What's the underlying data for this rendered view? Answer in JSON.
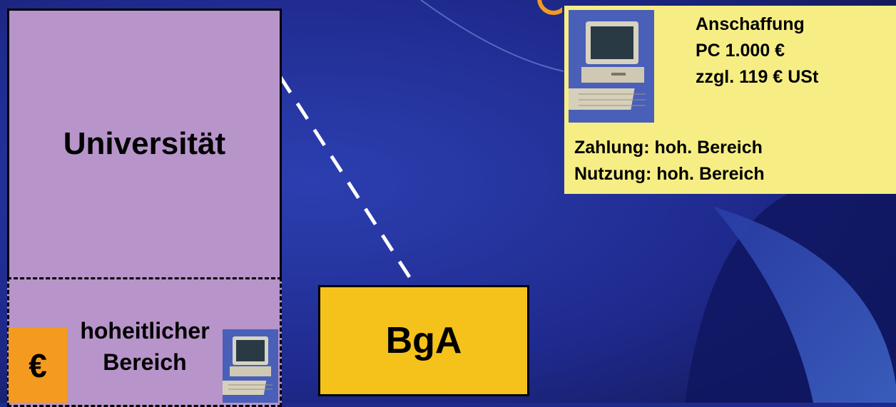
{
  "colors": {
    "background": "#1e2a8c",
    "university_fill": "#b794c9",
    "bga_fill": "#f5c21b",
    "card_fill": "#f6ee84",
    "euro_fill": "#f39a1f",
    "connector": "#ffffff"
  },
  "university": {
    "title": "Universität",
    "sovereign_label_line1": "hoheitlicher",
    "sovereign_label_line2": "Bereich",
    "euro_symbol": "€"
  },
  "bga": {
    "label": "BgA"
  },
  "info_card": {
    "line1": "Anschaffung",
    "line2": "PC 1.000 €",
    "line3": "zzgl. 119 € USt",
    "payment": "Zahlung: hoh. Bereich",
    "usage": "Nutzung: hoh. Bereich"
  },
  "icons": {
    "computer": "computer-icon",
    "euro": "euro-icon"
  }
}
